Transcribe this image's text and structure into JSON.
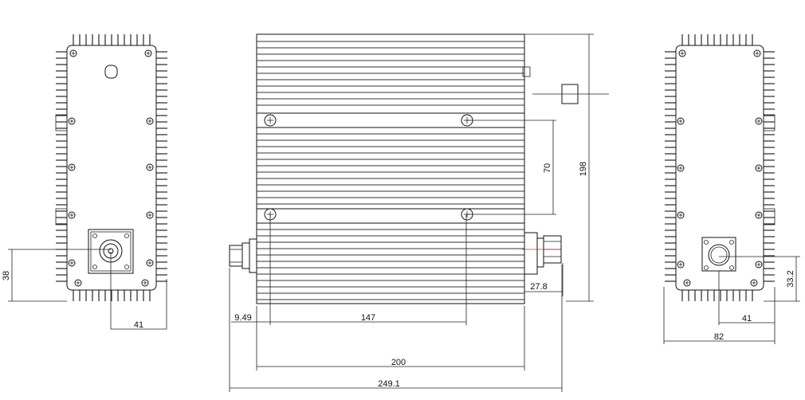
{
  "drawing": {
    "line_color": "#111111",
    "accent_color": "#c0392b",
    "dimensions": {
      "left_height": "38",
      "left_width": "41",
      "front_height_total": "198",
      "front_hole_spacing_vertical": "70",
      "front_offset_left": "9.49",
      "front_hole_spacing_horizontal": "147",
      "front_body_length": "200",
      "front_connector_right": "27.8",
      "front_overall_length": "249.1",
      "right_height": "33.2",
      "right_connector_width": "41",
      "right_overall_width": "82"
    },
    "icons": {
      "screw": "phillips-screw-icon",
      "connector": "n-type-connector-icon"
    }
  }
}
